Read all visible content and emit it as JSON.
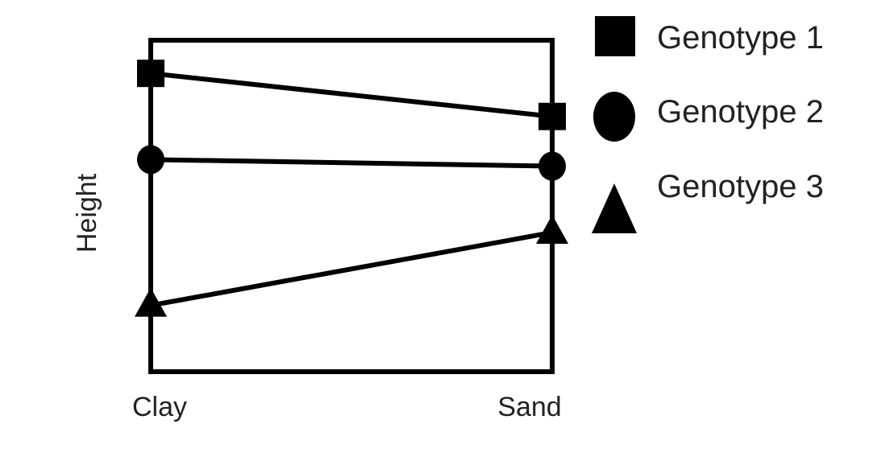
{
  "chart_data": {
    "type": "line",
    "categories": [
      "Clay",
      "Sand"
    ],
    "ylabel": "Height",
    "xlabel": "",
    "ylim": [
      0,
      100
    ],
    "grid": false,
    "legend_position": "right",
    "series": [
      {
        "name": "Genotype 1",
        "marker": "square",
        "values": [
          90,
          77
        ]
      },
      {
        "name": "Genotype 2",
        "marker": "circle",
        "values": [
          64,
          62
        ]
      },
      {
        "name": "Genotype 3",
        "marker": "triangle",
        "values": [
          20,
          42
        ]
      }
    ],
    "colors": {
      "line": "#000000",
      "frame": "#000000",
      "text": "#222222"
    }
  }
}
